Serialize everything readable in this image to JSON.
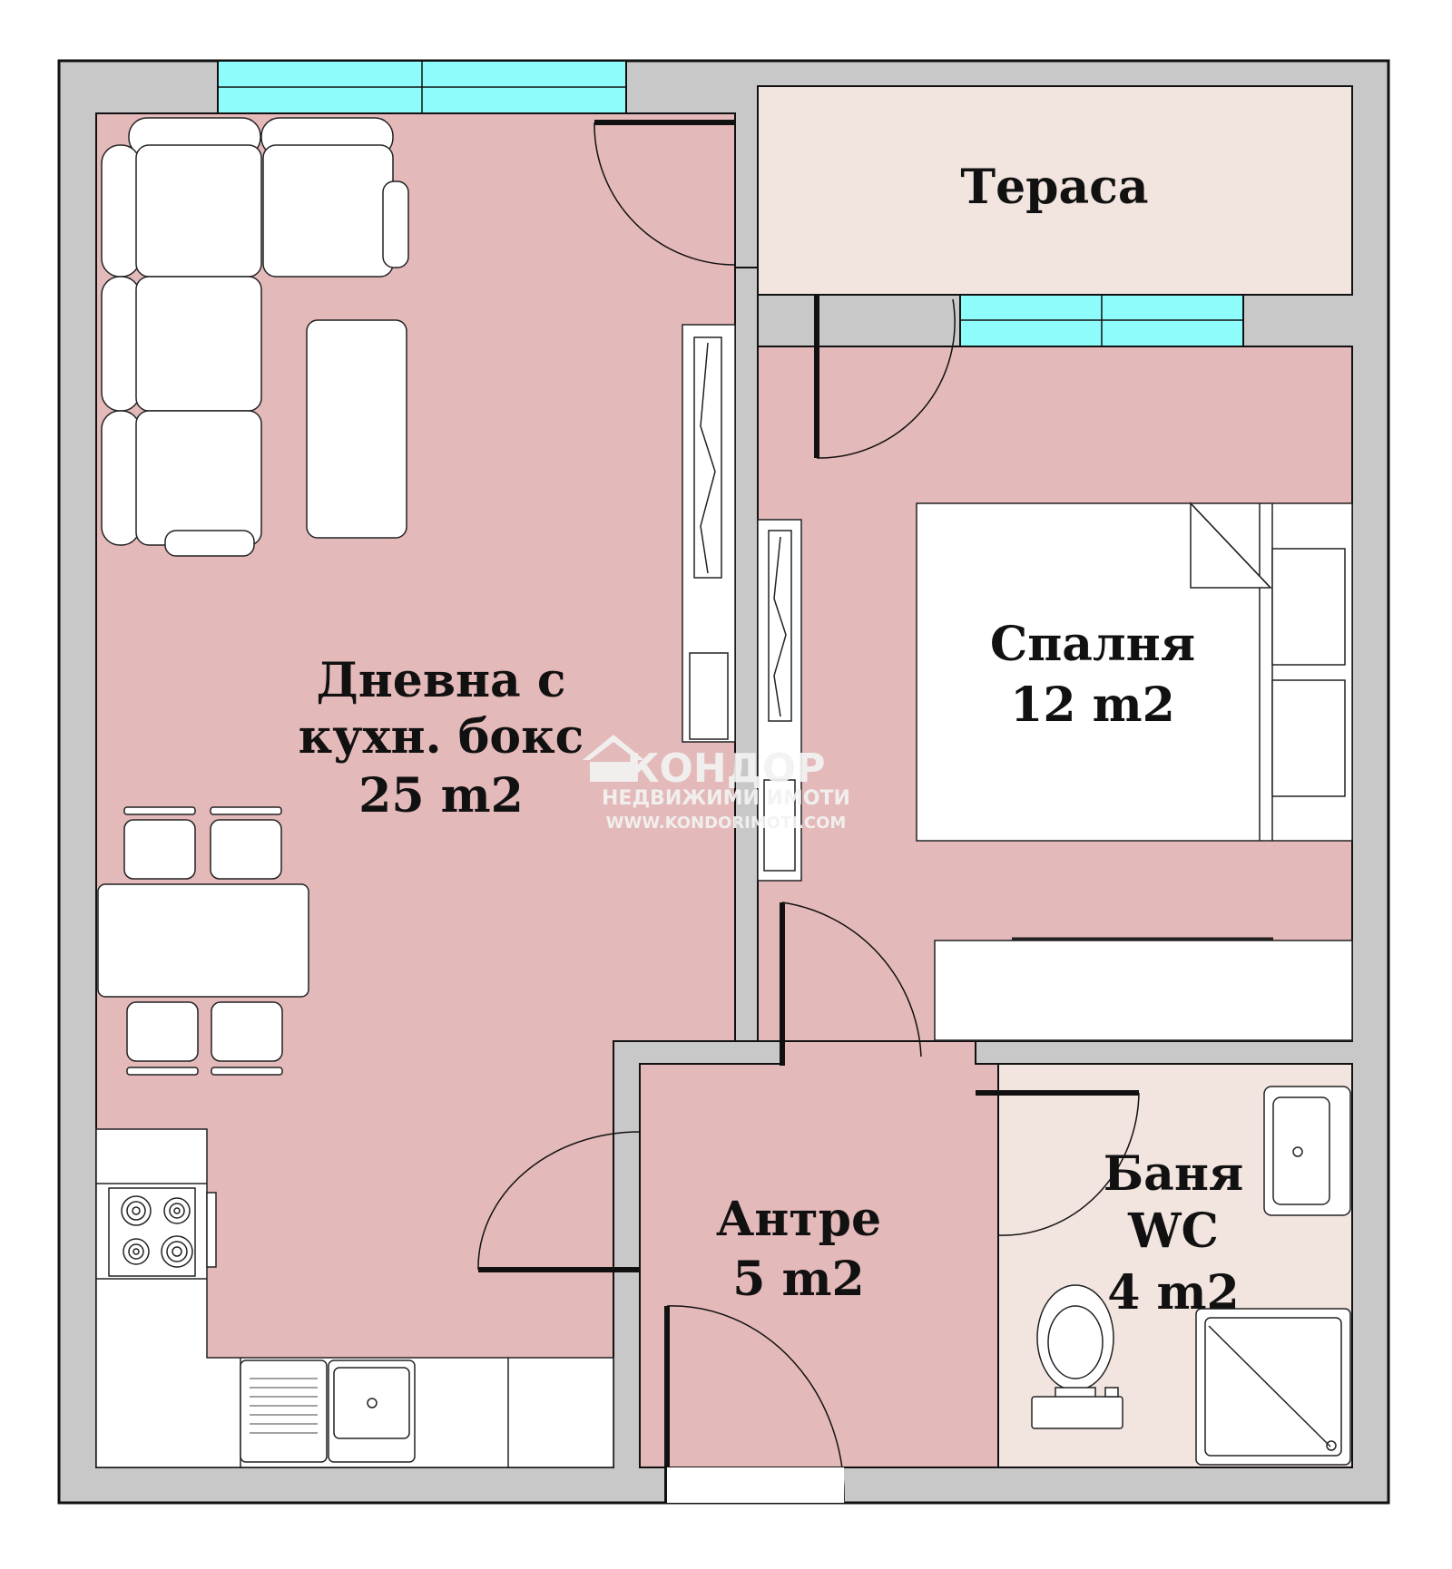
{
  "rooms": {
    "terrace": {
      "name": "Тераса"
    },
    "living": {
      "line1": "Дневна с",
      "line2": "кухн. бокс",
      "area": "25 m2"
    },
    "bedroom": {
      "name": "Спалня",
      "area": "12 m2"
    },
    "hall": {
      "name": "Антре",
      "area": "5 m2"
    },
    "bath": {
      "line1": "Баня",
      "line2": "WC",
      "area": "4 m2"
    }
  },
  "watermark": {
    "brand": "КОНДОР",
    "tagline": "НЕДВИЖИМИ ИМОТИ",
    "url": "WWW.KONDORIMOTI.COM"
  },
  "colors": {
    "wall": "#c8c8c8",
    "room": "#e4b9b9",
    "terrace": "#f2e4de",
    "bath": "#f2e4de",
    "window": "#8ffcfc",
    "furniture": "#ffffff"
  }
}
